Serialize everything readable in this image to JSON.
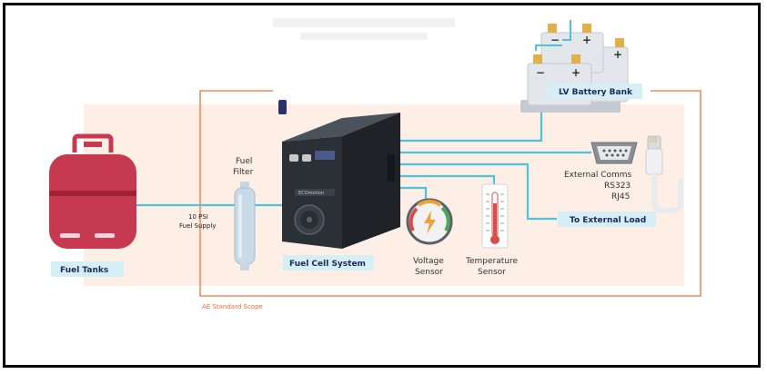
{
  "labels": {
    "fuel_tanks": "Fuel Tanks",
    "fuel_filter": [
      "Fuel",
      "Filter"
    ],
    "supply": [
      "10 PSI",
      "Fuel Supply"
    ],
    "fuel_cell_system": "Fuel Cell System",
    "voltage_sensor": [
      "Voltage",
      "Sensor"
    ],
    "temperature_sensor": [
      "Temperature",
      "Sensor"
    ],
    "battery_bank": "LV Battery Bank",
    "external_comms": [
      "External Comms",
      "RS323",
      "RJ45"
    ],
    "external_load": "To External Load",
    "scope": "AE Standard Scope",
    "fcs_panel": "ECOmotion"
  },
  "colors": {
    "scope_fill": "#fdeee6",
    "scope_line": "#ef8a5a",
    "connector": "#4cc3d9",
    "label_box": "#d6eef6",
    "tank": "#c6394f",
    "tank_dark": "#9e2338",
    "cabinet": "#2b3036",
    "battery": "#e3e6ea"
  },
  "icons": {
    "tank": "gas-cylinder-icon",
    "filter": "fuel-filter-icon",
    "cabinet": "fuel-cell-cabinet-icon",
    "gauge": "voltage-gauge-icon",
    "thermometer": "thermometer-icon",
    "battery": "battery-icon",
    "db9": "serial-port-icon",
    "rj45": "ethernet-cable-icon"
  }
}
